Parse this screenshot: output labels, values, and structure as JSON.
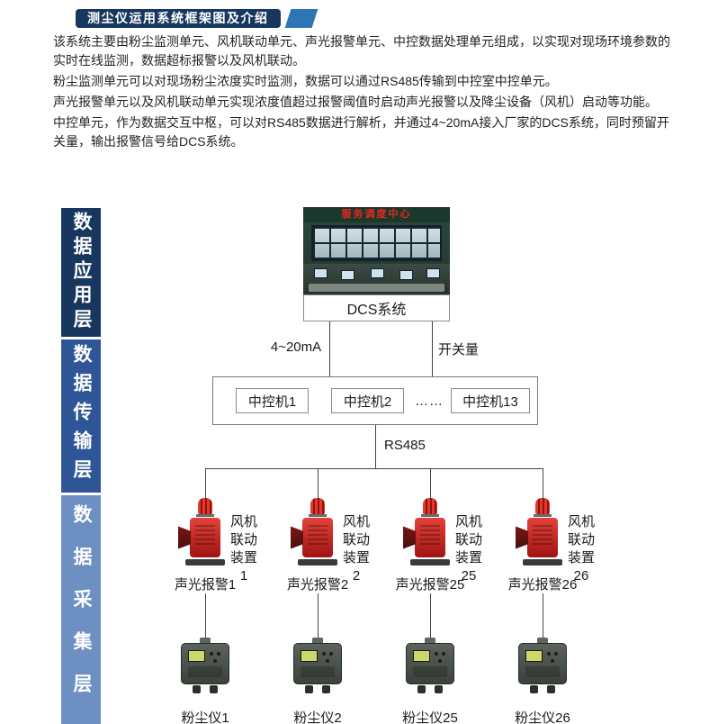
{
  "header": {
    "title": "测尘仪运用系统框架图及介绍",
    "title_bg": "#17375e",
    "accent_bg": "#2e75b6"
  },
  "intro": {
    "p1": "该系统主要由粉尘监测单元、风机联动单元、声光报警单元、中控数据处理单元组成，以实现对现场环境参数的实时在线监测，数据超标报警以及风机联动。",
    "p2": "粉尘监测单元可以对现场粉尘浓度实时监测，数据可以通过RS485传输到中控室中控单元。",
    "p3": "声光报警单元以及风机联动单元实现浓度值超过报警阈值时启动声光报警以及降尘设备（风机）启动等功能。",
    "p4": "中控单元，作为数据交互中枢，可以对RS485数据进行解析，并通过4~20mA接入厂家的DCS系统，同时预留开关量，输出报警信号给DCS系统。"
  },
  "layers": [
    {
      "label": "数据应用层",
      "color": "#17375e"
    },
    {
      "label": "数据传输层",
      "color": "#2e5596"
    },
    {
      "label": "数据采集层",
      "color": "#6d8fc2"
    }
  ],
  "diagram": {
    "control_room_banner": "服务调度中心",
    "dcs_label": "DCS系统",
    "analog_label": "4~20mA",
    "switch_label": "开关量",
    "controllers": [
      "中控机1",
      "中控机2",
      "中控机13"
    ],
    "ellipsis": "……",
    "bus_label": "RS485",
    "columns": [
      {
        "alarm": "声光报警1",
        "fan": "风机联动装置1",
        "meter": "粉尘仪1"
      },
      {
        "alarm": "声光报警2",
        "fan": "风机联动装置2",
        "meter": "粉尘仪2"
      },
      {
        "alarm": "声光报警25",
        "fan": "风机联动装置25",
        "meter": "粉尘仪25"
      },
      {
        "alarm": "声光报警26",
        "fan": "风机联动装置26",
        "meter": "粉尘仪26"
      }
    ]
  }
}
